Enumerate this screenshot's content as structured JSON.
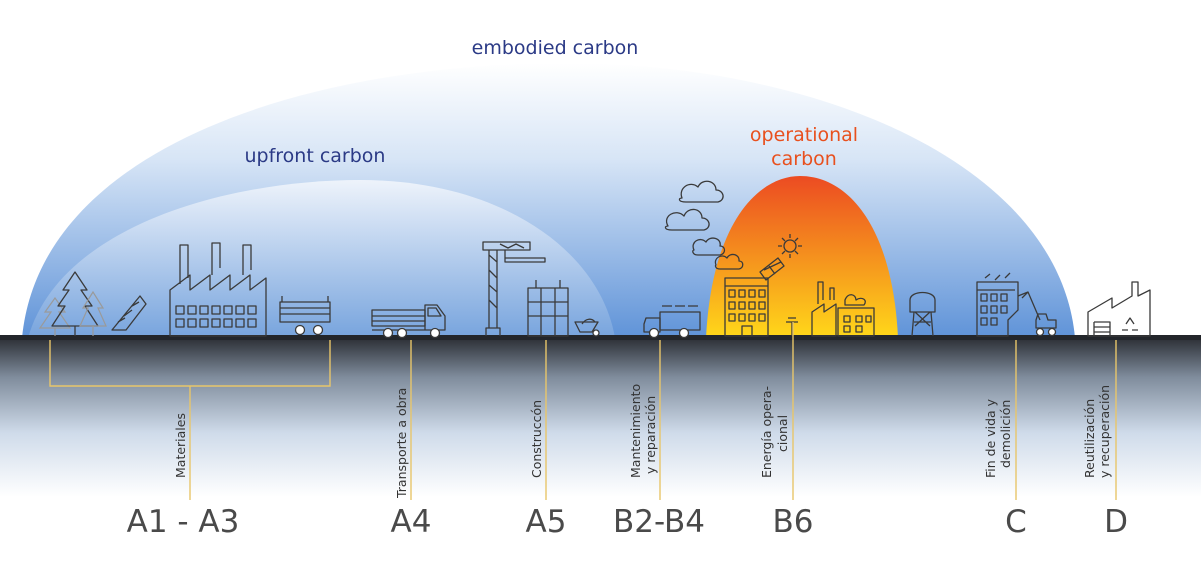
{
  "domes": {
    "embodied": {
      "label": "embodied carbon",
      "color": "#2b3a86"
    },
    "upfront": {
      "label": "upfront carbon",
      "color": "#2b3a86"
    },
    "operational": {
      "label_line1": "operational",
      "label_line2": "carbon",
      "color": "#e8501e"
    }
  },
  "stages": [
    {
      "id": "materials",
      "code": "A1 - A3",
      "label_lines": [
        "Materiales"
      ]
    },
    {
      "id": "transport",
      "code": "A4",
      "label_lines": [
        "Transporte a obra"
      ]
    },
    {
      "id": "construction",
      "code": "A5",
      "label_lines": [
        "Construccón"
      ]
    },
    {
      "id": "maintenance",
      "code": "B2-B4",
      "label_lines": [
        "Mantenimiento",
        "y reparación"
      ]
    },
    {
      "id": "operational-energy",
      "code": "B6",
      "label_lines": [
        "Energía opera-",
        "cional"
      ]
    },
    {
      "id": "end-of-life",
      "code": "C",
      "label_lines": [
        "Fin de vida y",
        "demolición"
      ]
    },
    {
      "id": "reuse",
      "code": "D",
      "label_lines": [
        "Reutilización",
        "y recuperación"
      ]
    }
  ],
  "colors": {
    "ground": "#2b2f36",
    "dome_blue": "#5b90d6",
    "op_orange": "#ee5a25",
    "op_yellow": "#ffd21a",
    "leader": "#e8c66a"
  }
}
